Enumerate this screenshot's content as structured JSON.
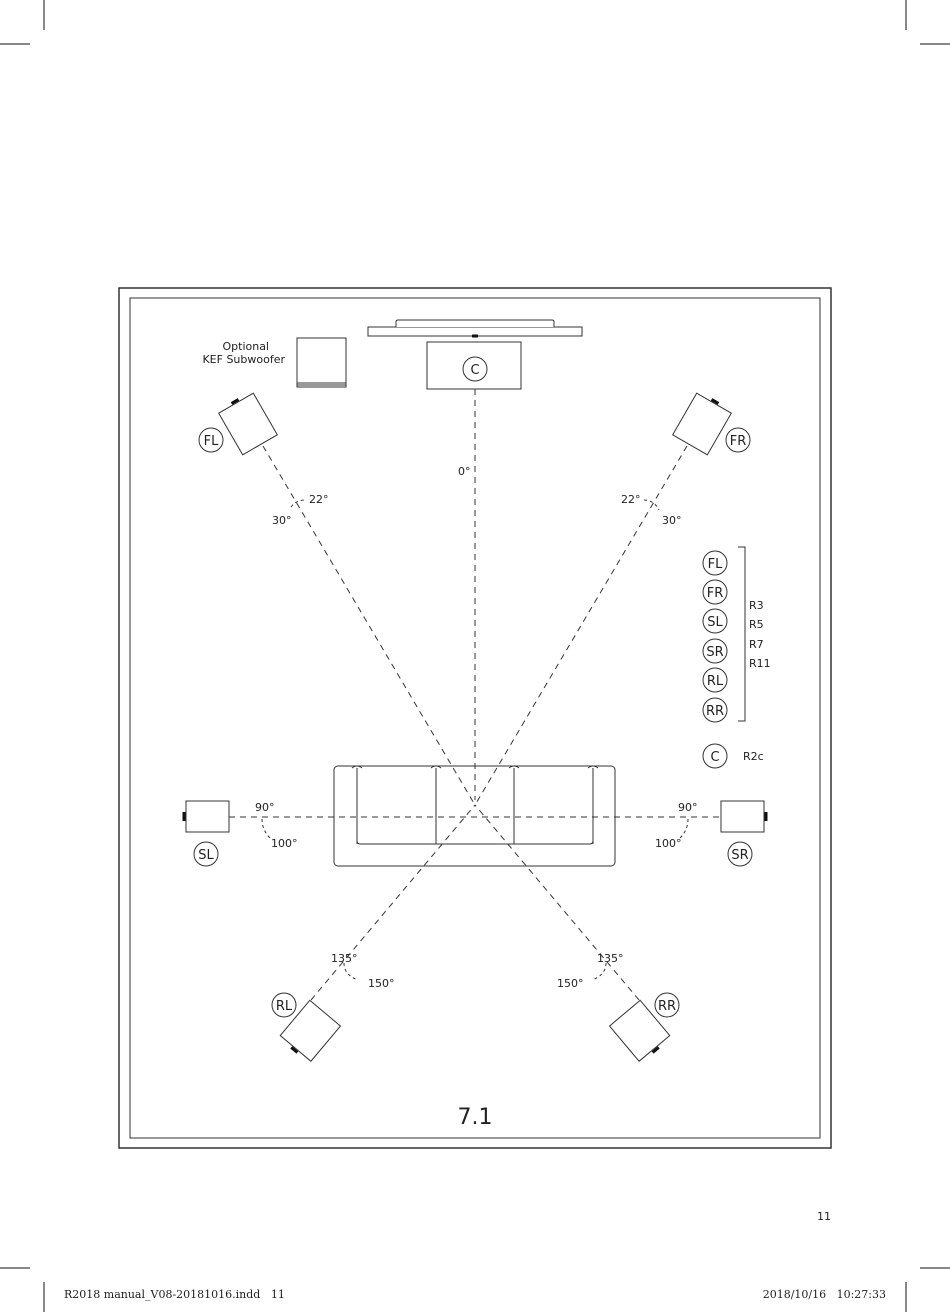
{
  "diagram": {
    "title": "7.1",
    "subwoofer_label_line1": "Optional",
    "subwoofer_label_line2": "KEF Subwoofer",
    "speakers": {
      "center": "C",
      "front_left": "FL",
      "front_right": "FR",
      "side_left": "SL",
      "side_right": "SR",
      "rear_left": "RL",
      "rear_right": "RR"
    },
    "angles": {
      "center": "0°",
      "front_left_inner": "22°",
      "front_left_outer": "30°",
      "front_right_inner": "22°",
      "front_right_outer": "30°",
      "side_left_a": "90°",
      "side_left_b": "100°",
      "side_right_a": "90°",
      "side_right_b": "100°",
      "rear_left_a": "135°",
      "rear_left_b": "150°",
      "rear_right_a": "135°",
      "rear_right_b": "150°"
    },
    "legend": {
      "group_badges": [
        "FL",
        "FR",
        "SL",
        "SR",
        "RL",
        "RR"
      ],
      "group_models": [
        "R3",
        "R5",
        "R7",
        "R11"
      ],
      "center_badge": "C",
      "center_model": "R2c"
    }
  },
  "page": {
    "number": "11",
    "footer_left": "R2018 manual_V08-20181016.indd   11",
    "footer_right": "2018/10/16   10:27:33"
  }
}
